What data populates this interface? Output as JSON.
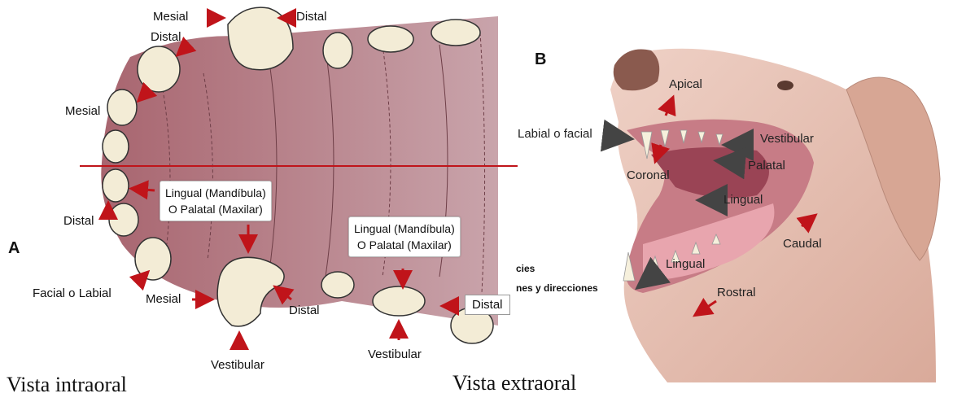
{
  "panel_a": {
    "letter": "A",
    "caption": "Vista intraoral",
    "labels": {
      "mesial_top": "Mesial",
      "distal_top": "Distal",
      "distal_canine": "Distal",
      "mesial_left": "Mesial",
      "distal_left": "Distal",
      "facial_labial": "Facial o Labial",
      "mesial_bottom": "Mesial",
      "distal_bottom": "Distal",
      "vestibular_1": "Vestibular",
      "vestibular_2": "Vestibular",
      "distal_box": "Distal"
    },
    "box1": {
      "line1": "Lingual (Mandíbula)",
      "line2": "O Palatal (Maxilar)"
    },
    "box2": {
      "line1": "Lingual (Mandíbula)",
      "line2": "O Palatal (Maxilar)"
    },
    "text_fragments": {
      "frag1": "cies",
      "frag2": "nes y direcciones"
    }
  },
  "panel_b": {
    "letter": "B",
    "caption": "Vista extraoral",
    "labels": {
      "apical": "Apical",
      "labial_facial": "Labial o facial",
      "vestibular": "Vestibular",
      "palatal": "Palatal",
      "coronal": "Coronal",
      "lingual_upper": "Lingual",
      "caudal": "Caudal",
      "lingual_lower": "Lingual",
      "rostral": "Rostral"
    }
  },
  "colors": {
    "arrow_red": "#c0141a",
    "arrow_gray": "#444444",
    "gum": "#b07a83",
    "tooth": "#f3ecd6",
    "dog_fur": "#e8c4b8"
  }
}
